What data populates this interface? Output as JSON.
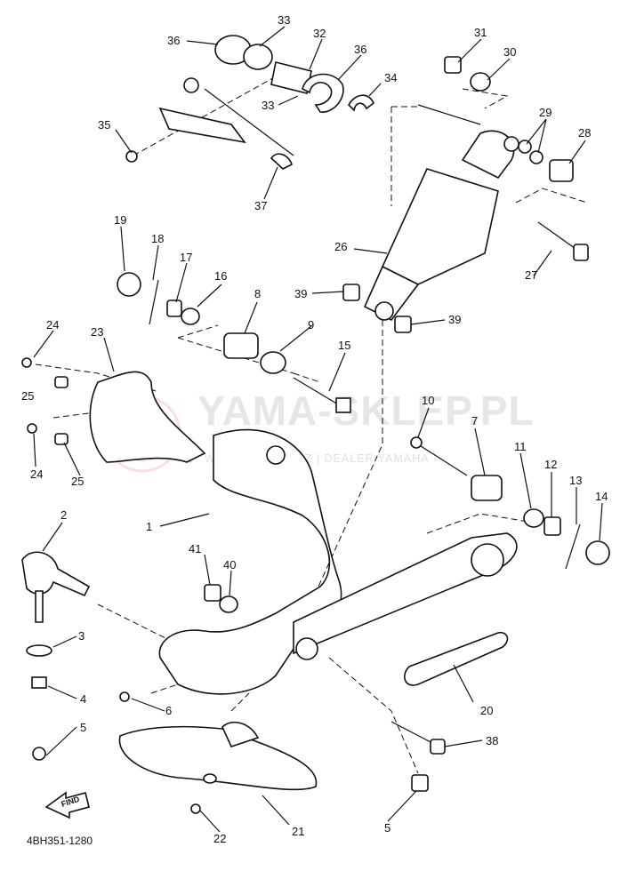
{
  "diagram_code": "4BH351-1280",
  "watermark": {
    "brand": "YAMA-SKLEP.PL",
    "sub": "WOJCIECHOWICZ | DEALER YAMAHA"
  },
  "find_label": "FIND",
  "callouts": [
    {
      "id": "c1",
      "label": "1"
    },
    {
      "id": "c2",
      "label": "2"
    },
    {
      "id": "c3",
      "label": "3"
    },
    {
      "id": "c4",
      "label": "4"
    },
    {
      "id": "c5a",
      "label": "5"
    },
    {
      "id": "c5b",
      "label": "5"
    },
    {
      "id": "c6",
      "label": "6"
    },
    {
      "id": "c7",
      "label": "7"
    },
    {
      "id": "c8",
      "label": "8"
    },
    {
      "id": "c9",
      "label": "9"
    },
    {
      "id": "c10",
      "label": "10"
    },
    {
      "id": "c11",
      "label": "11"
    },
    {
      "id": "c12",
      "label": "12"
    },
    {
      "id": "c13",
      "label": "13"
    },
    {
      "id": "c14",
      "label": "14"
    },
    {
      "id": "c15",
      "label": "15"
    },
    {
      "id": "c16",
      "label": "16"
    },
    {
      "id": "c17",
      "label": "17"
    },
    {
      "id": "c18",
      "label": "18"
    },
    {
      "id": "c19",
      "label": "19"
    },
    {
      "id": "c20",
      "label": "20"
    },
    {
      "id": "c21",
      "label": "21"
    },
    {
      "id": "c22",
      "label": "22"
    },
    {
      "id": "c23",
      "label": "23"
    },
    {
      "id": "c24a",
      "label": "24"
    },
    {
      "id": "c24b",
      "label": "24"
    },
    {
      "id": "c25a",
      "label": "25"
    },
    {
      "id": "c25b",
      "label": "25"
    },
    {
      "id": "c26",
      "label": "26"
    },
    {
      "id": "c27",
      "label": "27"
    },
    {
      "id": "c28",
      "label": "28"
    },
    {
      "id": "c29",
      "label": "29"
    },
    {
      "id": "c30",
      "label": "30"
    },
    {
      "id": "c31",
      "label": "31"
    },
    {
      "id": "c32",
      "label": "32"
    },
    {
      "id": "c33a",
      "label": "33"
    },
    {
      "id": "c33b",
      "label": "33"
    },
    {
      "id": "c34",
      "label": "34"
    },
    {
      "id": "c35",
      "label": "35"
    },
    {
      "id": "c36a",
      "label": "36"
    },
    {
      "id": "c36b",
      "label": "36"
    },
    {
      "id": "c37",
      "label": "37"
    },
    {
      "id": "c38",
      "label": "38"
    },
    {
      "id": "c39a",
      "label": "39"
    },
    {
      "id": "c39b",
      "label": "39"
    },
    {
      "id": "c40",
      "label": "40"
    },
    {
      "id": "c41",
      "label": "41"
    }
  ]
}
